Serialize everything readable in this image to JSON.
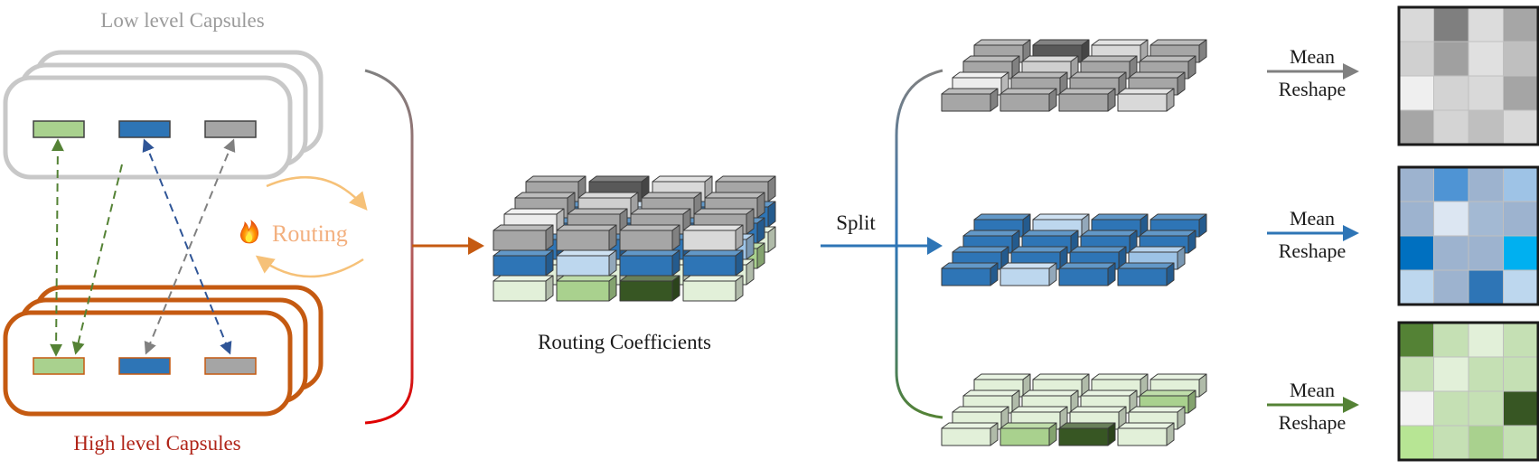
{
  "labels": {
    "low_level": "Low level Capsules",
    "high_level": "High level Capsules",
    "routing": "Routing",
    "routing_coefficients": "Routing Coefficients",
    "split": "Split",
    "mean": "Mean",
    "reshape": "Reshape"
  },
  "colors": {
    "low_level_text": "#9b9b9b",
    "high_level_text": "#b02418",
    "routing_text": "#f3b07f",
    "orange": "#c55a11",
    "green": "#a9d18e",
    "blue": "#2e75b6",
    "gray": "#a5a5a5",
    "gray_branch": "#7f7f7f",
    "blue_branch": "#2e75b6",
    "green_branch": "#548235",
    "fire": "#f57c00"
  },
  "icons": [
    "fire-icon",
    "arrow-icon"
  ],
  "heatmaps": {
    "gray": [
      [
        "#d9d9d9",
        "#7f7f7f",
        "#dcdcdc",
        "#a6a6a6"
      ],
      [
        "#d0d0d0",
        "#a0a0a0",
        "#e0e0e0",
        "#bfbfbf"
      ],
      [
        "#efefef",
        "#d3d3d3",
        "#d9d9d9",
        "#a5a5a5"
      ],
      [
        "#a6a6a6",
        "#d4d4d4",
        "#bfbfbf",
        "#d9d9d9"
      ]
    ],
    "blue": [
      [
        "#9db3cf",
        "#4f94d4",
        "#9db3cf",
        "#9ec3e6"
      ],
      [
        "#9db3cf",
        "#dce6f2",
        "#a3b9d3",
        "#9db3cf"
      ],
      [
        "#0070c0",
        "#9db3cf",
        "#9db3cf",
        "#00b0f0"
      ],
      [
        "#bdd7ee",
        "#9db3cf",
        "#2e75b6",
        "#bdd7ee"
      ]
    ],
    "green": [
      [
        "#548235",
        "#c5e0b4",
        "#e2f0d9",
        "#c5e0b4"
      ],
      [
        "#c5e0b4",
        "#e2f0d9",
        "#c5e0b4",
        "#c5e0b4"
      ],
      [
        "#f2f2f2",
        "#c5e0b4",
        "#c5e0b4",
        "#375623"
      ],
      [
        "#b7e594",
        "#c5e0b4",
        "#a9d18e",
        "#c5e0b4"
      ]
    ]
  }
}
